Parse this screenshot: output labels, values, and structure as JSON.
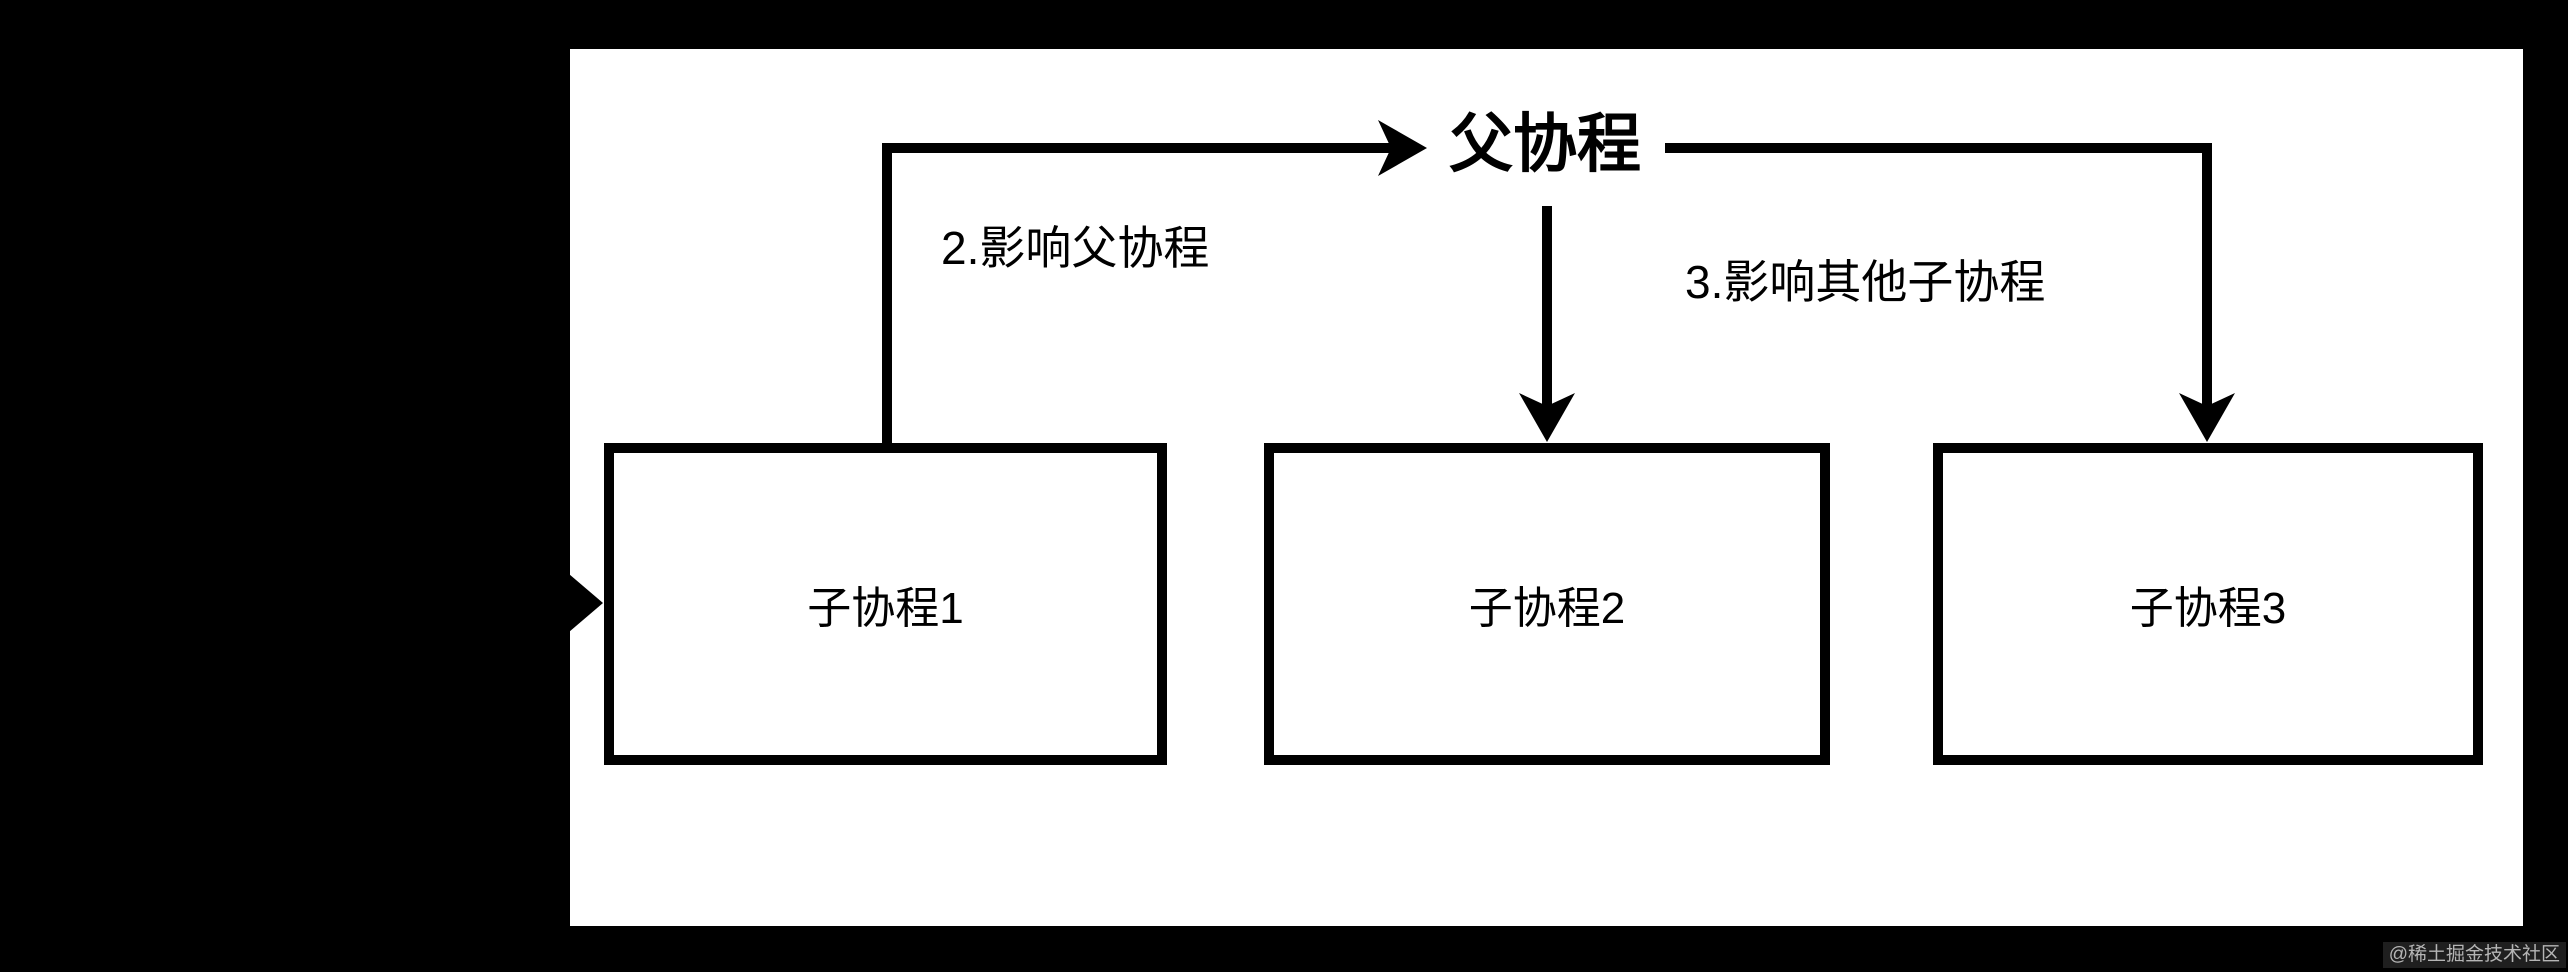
{
  "diagram": {
    "parent": {
      "label": "父协程"
    },
    "children": [
      {
        "label": "子协程1"
      },
      {
        "label": "子协程2"
      },
      {
        "label": "子协程3"
      }
    ],
    "edges": [
      {
        "id": "child1-to-parent",
        "label": "2.影响父协程"
      },
      {
        "id": "parent-to-child2",
        "label": ""
      },
      {
        "id": "parent-to-child3",
        "label": "3.影响其他子协程"
      },
      {
        "id": "offscreen-into-child1",
        "label": ""
      }
    ],
    "colors": {
      "background": "#000000",
      "canvas": "#ffffff",
      "line": "#000000",
      "watermark_text": "#b5b5b5"
    }
  },
  "watermark": {
    "text": "@稀土掘金技术社区"
  }
}
